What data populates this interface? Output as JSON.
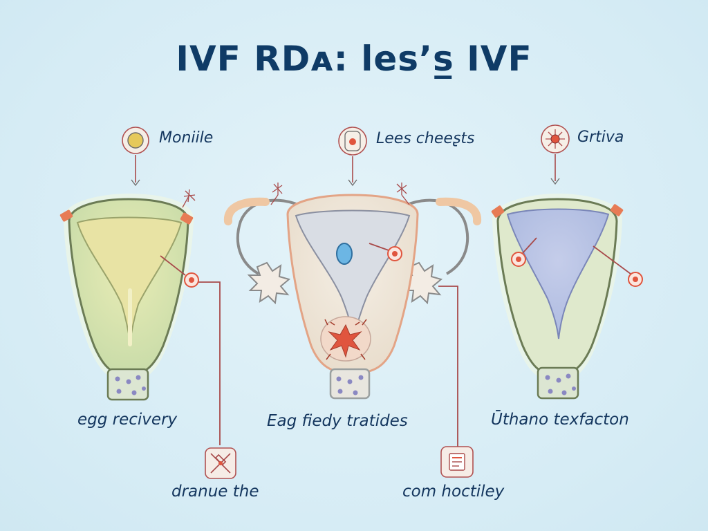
{
  "title": "IVF RDᴀ: les’s̲ IVF",
  "columns": [
    {
      "top_label": "Moniile",
      "top_icon": "egg-cell-icon",
      "caption": "egg recivery"
    },
    {
      "top_label": "Lees cheeʂts",
      "top_icon": "follicle-icon",
      "caption": "Eag fiedy tratides"
    },
    {
      "top_label": "Grtiva",
      "top_icon": "flower-cell-icon",
      "caption": "Ūthano texfacton"
    }
  ],
  "bottom_labels": [
    {
      "text": "dranue the",
      "icon": "syringe-tools-icon"
    },
    {
      "text": "com hoctiley",
      "icon": "clipboard-chart-icon"
    }
  ],
  "colors": {
    "title": "#0f3b66",
    "text": "#14365e",
    "leader_line": "#a84a4a",
    "marker": "#e0553e",
    "uterus_left": "#e7e6a8",
    "uterus_right": "#b9c6e6",
    "outline": "#6b7b55"
  }
}
